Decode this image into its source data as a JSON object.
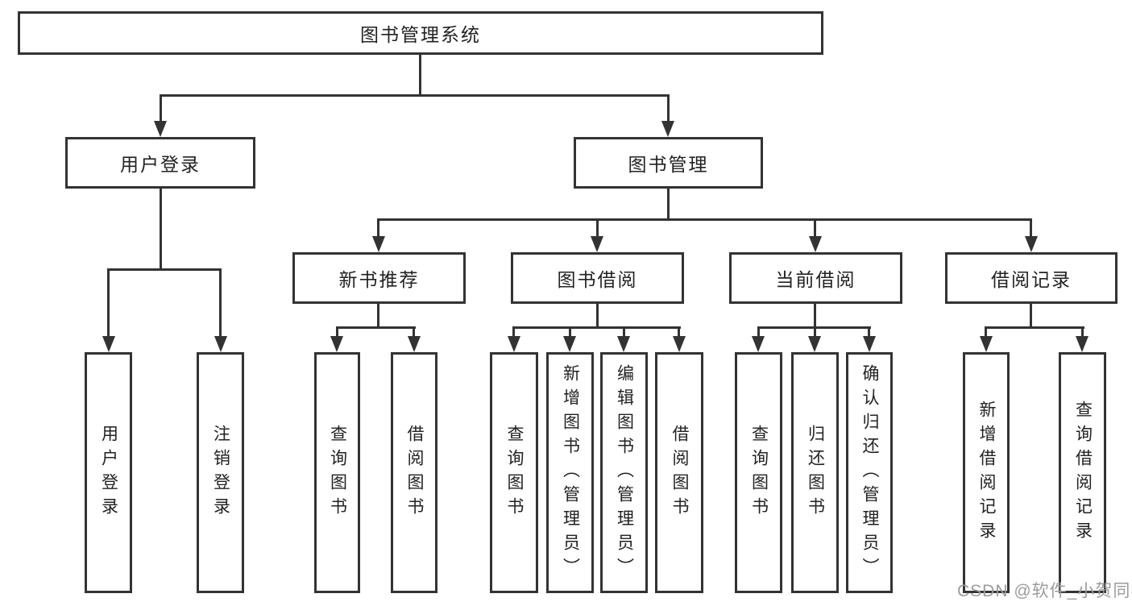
{
  "nodes": {
    "root": {
      "label": "图书管理系统"
    },
    "user_login": {
      "label": "用户登录"
    },
    "book_mgmt": {
      "label": "图书管理"
    },
    "new_book_rec": {
      "label": "新书推荐"
    },
    "book_borrow": {
      "label": "图书借阅"
    },
    "current_borrow": {
      "label": "当前借阅"
    },
    "borrow_record": {
      "label": "借阅记录"
    },
    "leaf_user_login": {
      "label": "用户登录"
    },
    "leaf_logout": {
      "label": "注销登录"
    },
    "leaf_query_book_rec": {
      "label": "查询图书"
    },
    "leaf_borrow_book_rec": {
      "label": "借阅图书"
    },
    "leaf_query_book_borrow": {
      "label": "查询图书"
    },
    "leaf_add_book": {
      "label": "新增图书（管理员）"
    },
    "leaf_edit_book": {
      "label": "编辑图书（管理员）"
    },
    "leaf_borrow_book": {
      "label": "借阅图书"
    },
    "leaf_query_book_current": {
      "label": "查询图书"
    },
    "leaf_return_book": {
      "label": "归还图书"
    },
    "leaf_confirm_return": {
      "label": "确认归还（管理员）"
    },
    "leaf_add_borrow_record": {
      "label": "新增借阅记录"
    },
    "leaf_query_borrow_record": {
      "label": "查询借阅记录"
    }
  },
  "watermark": {
    "text": "CSDN @软件_小贺同学"
  },
  "colors": {
    "line": "#333333",
    "text": "#222222",
    "background": "#ffffff",
    "watermark": "#9c9c9c"
  }
}
